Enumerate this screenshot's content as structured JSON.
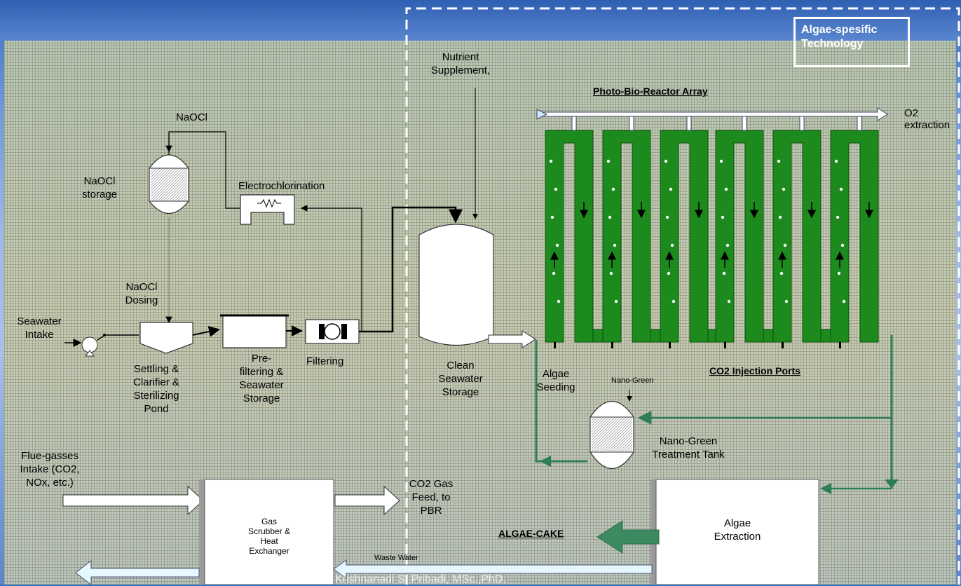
{
  "technology_box": {
    "line1": "Algae-spesific",
    "line2": "Technology"
  },
  "nutrient": {
    "line1": "Nutrient",
    "line2": "Supplement,"
  },
  "pbr_array_label": "Photo-Bio-Reactor Array",
  "o2": {
    "line1": "O2",
    "line2": "extraction"
  },
  "naocl_top": "NaOCl",
  "naocl_storage": {
    "line1": "NaOCl",
    "line2": "storage"
  },
  "electrochlorination": "Electrochlorination",
  "naocl_dosing": {
    "line1": "NaOCl",
    "line2": "Dosing"
  },
  "seawater_intake": {
    "line1": "Seawater",
    "line2": "Intake"
  },
  "settling": {
    "line1": "Settling &",
    "line2": "Clarifier &",
    "line3": "Sterilizing",
    "line4": "Pond"
  },
  "prefiltering": {
    "line1": "Pre-",
    "line2": "filtering &",
    "line3": "Seawater",
    "line4": "Storage"
  },
  "filtering": "Filtering",
  "clean_storage": {
    "line1": "Clean",
    "line2": "Seawater",
    "line3": "Storage"
  },
  "algae_seeding": {
    "line1": "Algae",
    "line2": "Seeding"
  },
  "nano_green_small": "Nano-Green",
  "co2_ports": "CO2 Injection Ports",
  "nano_tank": {
    "line1": "Nano-Green",
    "line2": "Treatment Tank"
  },
  "flue": {
    "line1": "Flue-gasses",
    "line2": "Intake (CO2,",
    "line3": "NOx, etc.)"
  },
  "co2_feed": {
    "line1": "CO2 Gas",
    "line2": "Feed, to",
    "line3": "PBR"
  },
  "scrubber": {
    "line1": "Gas",
    "line2": "Scrubber &",
    "line3": "Heat",
    "line4": "Exchanger"
  },
  "algae_cake": "ALGAE-CAKE",
  "algae_extraction": {
    "line1": "Algae",
    "line2": "Extraction"
  },
  "waste_water": "Waste Water",
  "author": "Krishnanadi S. Pribadi, MSc.,PhD.",
  "colors": {
    "pbr_green": "#1d8a1d",
    "pipe_green": "#2e7d5a",
    "arrow_white": "#ffffff",
    "tech_border": "#ffffff"
  }
}
